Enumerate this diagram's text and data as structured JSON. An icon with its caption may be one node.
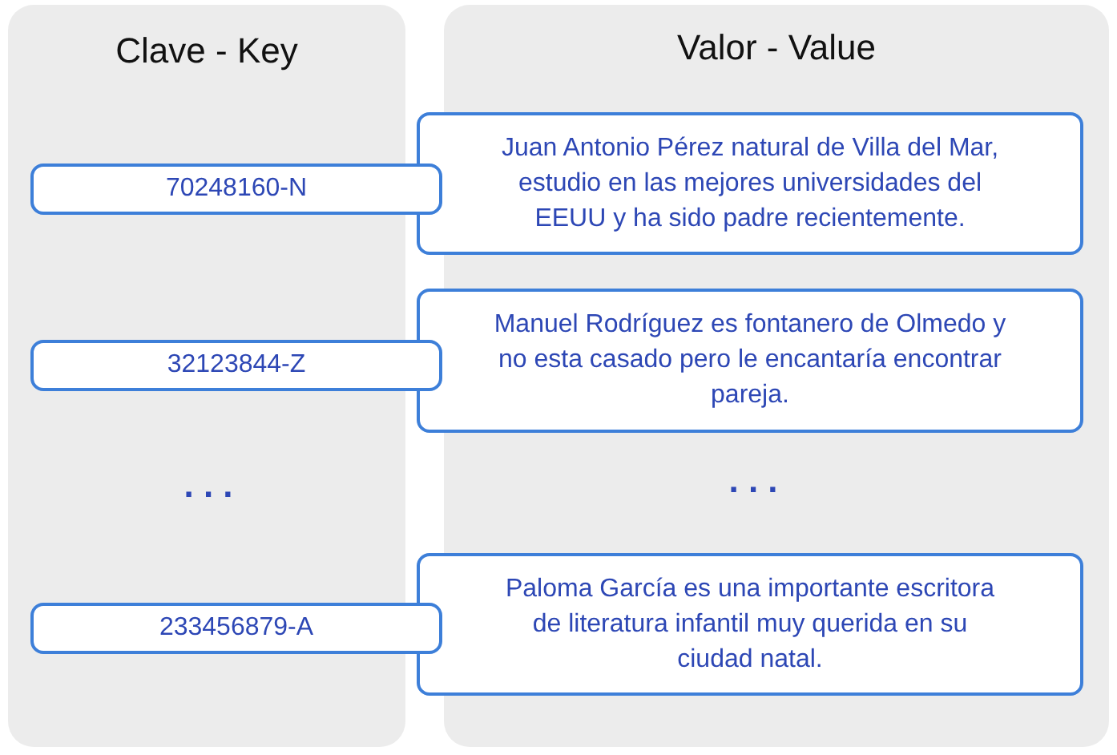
{
  "diagram": {
    "nodes": [
      {
        "text": [
          "Clave - Key"
        ]
      },
      {
        "text": [
          "Valor - Value"
        ]
      },
      {
        "text": [
          "70248160-N"
        ],
        "in": 0
      },
      {
        "text": [
          "Juan Antonio Pérez natural de Villa del Mar, estudio en las mejores universidades del EEUU y ha sido padre recientemente."
        ],
        "in": 1
      },
      {
        "text": [
          "32123844-Z"
        ],
        "in": 0
      },
      {
        "text": [
          "Manuel Rodríguez es fontanero de Olmedo y no esta casado pero le encantaría encontrar pareja."
        ],
        "in": 1
      },
      {
        "text": [
          "233456879-A"
        ],
        "in": 0
      },
      {
        "text": [
          "Paloma García es una importante escritora de literatura infantil muy querida en su ciudad natal."
        ],
        "in": 1
      }
    ],
    "labels": [
      ". . .",
      ". . ."
    ]
  }
}
